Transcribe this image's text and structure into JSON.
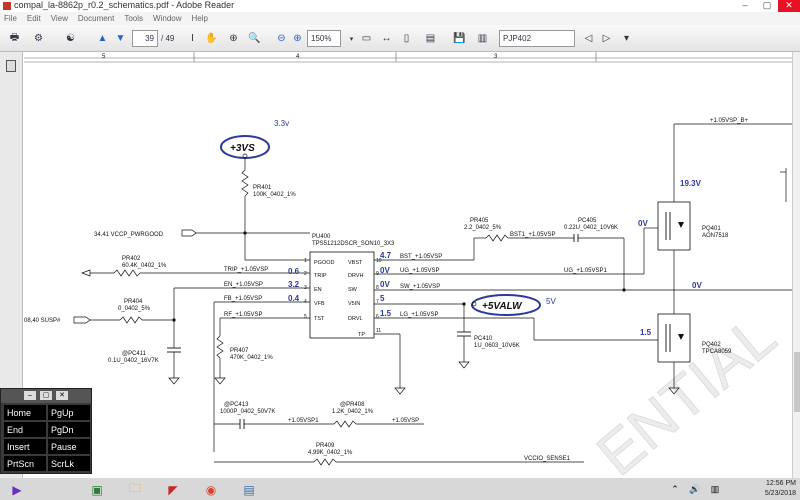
{
  "window": {
    "title": "compal_la-8862p_r0.2_schematics.pdf - Adobe Reader"
  },
  "menu": [
    "File",
    "Edit",
    "View",
    "Document",
    "Tools",
    "Window",
    "Help"
  ],
  "toolbar": {
    "page_current": "39",
    "page_total": "/ 49",
    "zoom": "150%",
    "find_value": "PJP402"
  },
  "ruler": {
    "col5": "5",
    "col4": "4",
    "col3": "3"
  },
  "schematic": {
    "n33v": "3.3v",
    "rail_3vs": "+3VS",
    "rail_5valw": "+5VALW",
    "v5": "5V",
    "pr401": "PR401",
    "pr401_val": "100K_0402_1%",
    "vccp_pwrgood": "34,41  VCCP_PWRGOOD",
    "pu400": "PU400",
    "pu400_part": "TPS51212DSCR_SON10_3X3",
    "pins_left": [
      "PGOOD",
      "TRIP",
      "EN",
      "VFB",
      "TST"
    ],
    "pins_left_num": [
      "1",
      "2",
      "3",
      "4",
      "5"
    ],
    "pins_right": [
      "VBST",
      "DRVH",
      "SW",
      "V5IN",
      "DRVL",
      "TP"
    ],
    "pins_right_num": [
      "10",
      "9",
      "8",
      "7",
      "6",
      "11"
    ],
    "v47": "4.7",
    "v06": "0.6",
    "v32": "3.2",
    "v04": "0.4",
    "v0a": "0V",
    "v0b": "0V",
    "v5b": "5",
    "v15": "1.5",
    "v15b": "1.5",
    "v193": "19.3V",
    "v0v_pq401": "0V",
    "v0v_sw": "0V",
    "pr402": "PR402",
    "pr402_val": "60.4K_0402_1%",
    "trip": "TRIP_+1.05VSP",
    "en": "EN_+1.05VSP",
    "fb": "FB_+1.05VSP",
    "rf": "RF_+1.05VSP",
    "pr404": "PR404",
    "pr404_val": "0_0402_5%",
    "susp": "08,40   SUSP#",
    "pc411": "@PC411",
    "pc411_val": "0.1U_0402_16V7K",
    "pr407": "PR407",
    "pr407_val": "470K_0402_1%",
    "pr405": "PR405",
    "pr405_val": "2.2_0402_5%",
    "pc405": "PC405",
    "pc405_val": "0.22U_0402_10V6K",
    "bst": "BST_+1.05VSP",
    "bst1": "BST1_+1.05VSP",
    "ug": "UG_+1.05VSP",
    "ug1": "UG_+1.05VSP1",
    "sw": "SW_+1.05VSP",
    "lg": "LG_+1.05VSP",
    "pc410": "PC410",
    "pc410_val": "1U_0603_10V6K",
    "pq401": "PQ401",
    "pq401_part": "AON7518",
    "pq402": "PQ402",
    "pq402_part": "TPCA8059",
    "vsp_b": "+1.05VSP_B+",
    "pc413": "@PC413",
    "pc413_val": "1000P_0402_50V7K",
    "vsp1": "+1.05VSP1",
    "pr408": "@PR408",
    "pr408_val": "1.2K_0402_1%",
    "vsp": "+1.05VSP",
    "pr409": "PR409",
    "pr409_val": "4.99K_0402_1%",
    "vccio": "VCCIO_SENSE1",
    "watermark": "ENTIAL"
  },
  "keypad": {
    "keys": [
      "Home",
      "PgUp",
      "End",
      "PgDn",
      "Insert",
      "Pause",
      "PrtScn",
      "ScrLk"
    ]
  },
  "tray": {
    "time": "12:56 PM",
    "date": "5/23/2018"
  },
  "colors": {
    "annot_blue": "#2b3a9c",
    "taskbar": "#d8d8d8"
  }
}
